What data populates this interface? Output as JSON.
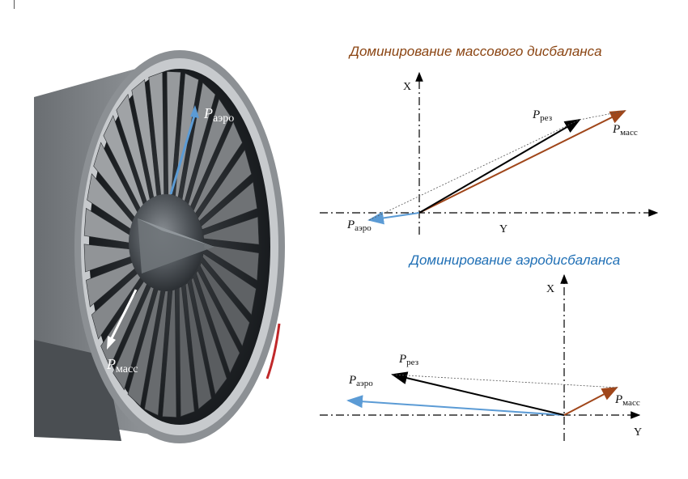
{
  "diagram1": {
    "title": "Доминирование массового дисбаланса",
    "axis_x": "X",
    "axis_y": "Y",
    "vectors": {
      "p": "P",
      "res_sub": "рез",
      "mass_sub": "масс",
      "aero_sub": "аэро"
    }
  },
  "diagram2": {
    "title": "Доминирование аэродисбаланса",
    "axis_x": "X",
    "axis_y": "Y",
    "vectors": {
      "p": "P",
      "res_sub": "рез",
      "mass_sub": "масс",
      "aero_sub": "аэро"
    }
  },
  "engine_labels": {
    "p": "P",
    "aero_sub": "аэро",
    "mass_sub": "масс"
  },
  "colors": {
    "title1": "#8b4513",
    "title2": "#1f6fb5",
    "mass_vector": "#a0461a",
    "aero_vector": "#5b9bd5",
    "result_vector": "#000000"
  }
}
